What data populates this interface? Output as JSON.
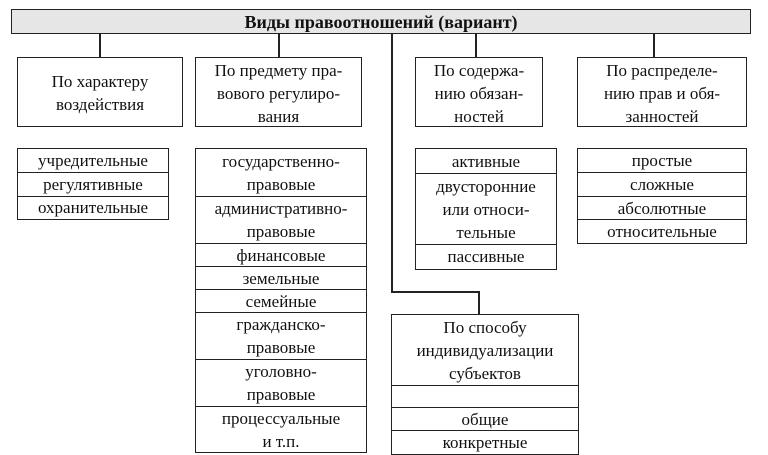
{
  "title": "Виды  правоотношений (вариант)",
  "groups": {
    "character": {
      "heading": "По характеру\nвоздействия",
      "items": [
        "учредительные",
        "регулятивные",
        "охранительные"
      ]
    },
    "subject": {
      "heading": "По предмету пра-\nвового регулиро-\nвания",
      "items": [
        "государственно-\nправовые",
        "административно-\nправовые",
        "финансовые",
        "земельные",
        "семейные",
        "гражданско-\nправовые",
        "уголовно-\nправовые",
        "процессуальные\nи т.п."
      ]
    },
    "content": {
      "heading": "По содержа-\nнию обязан-\nностей",
      "items": [
        "активные",
        "двусторонние\nили относи-\nтельные",
        "пассивные"
      ]
    },
    "distribution": {
      "heading": "По распределе-\nнию прав и обя-\nзанностей",
      "items": [
        "простые",
        "сложные",
        "абсолютные",
        "относительные"
      ]
    },
    "individualization": {
      "heading": "По способу\nиндивидуализации\nсубъектов",
      "items": [
        "",
        "общие",
        "конкретные"
      ]
    }
  }
}
